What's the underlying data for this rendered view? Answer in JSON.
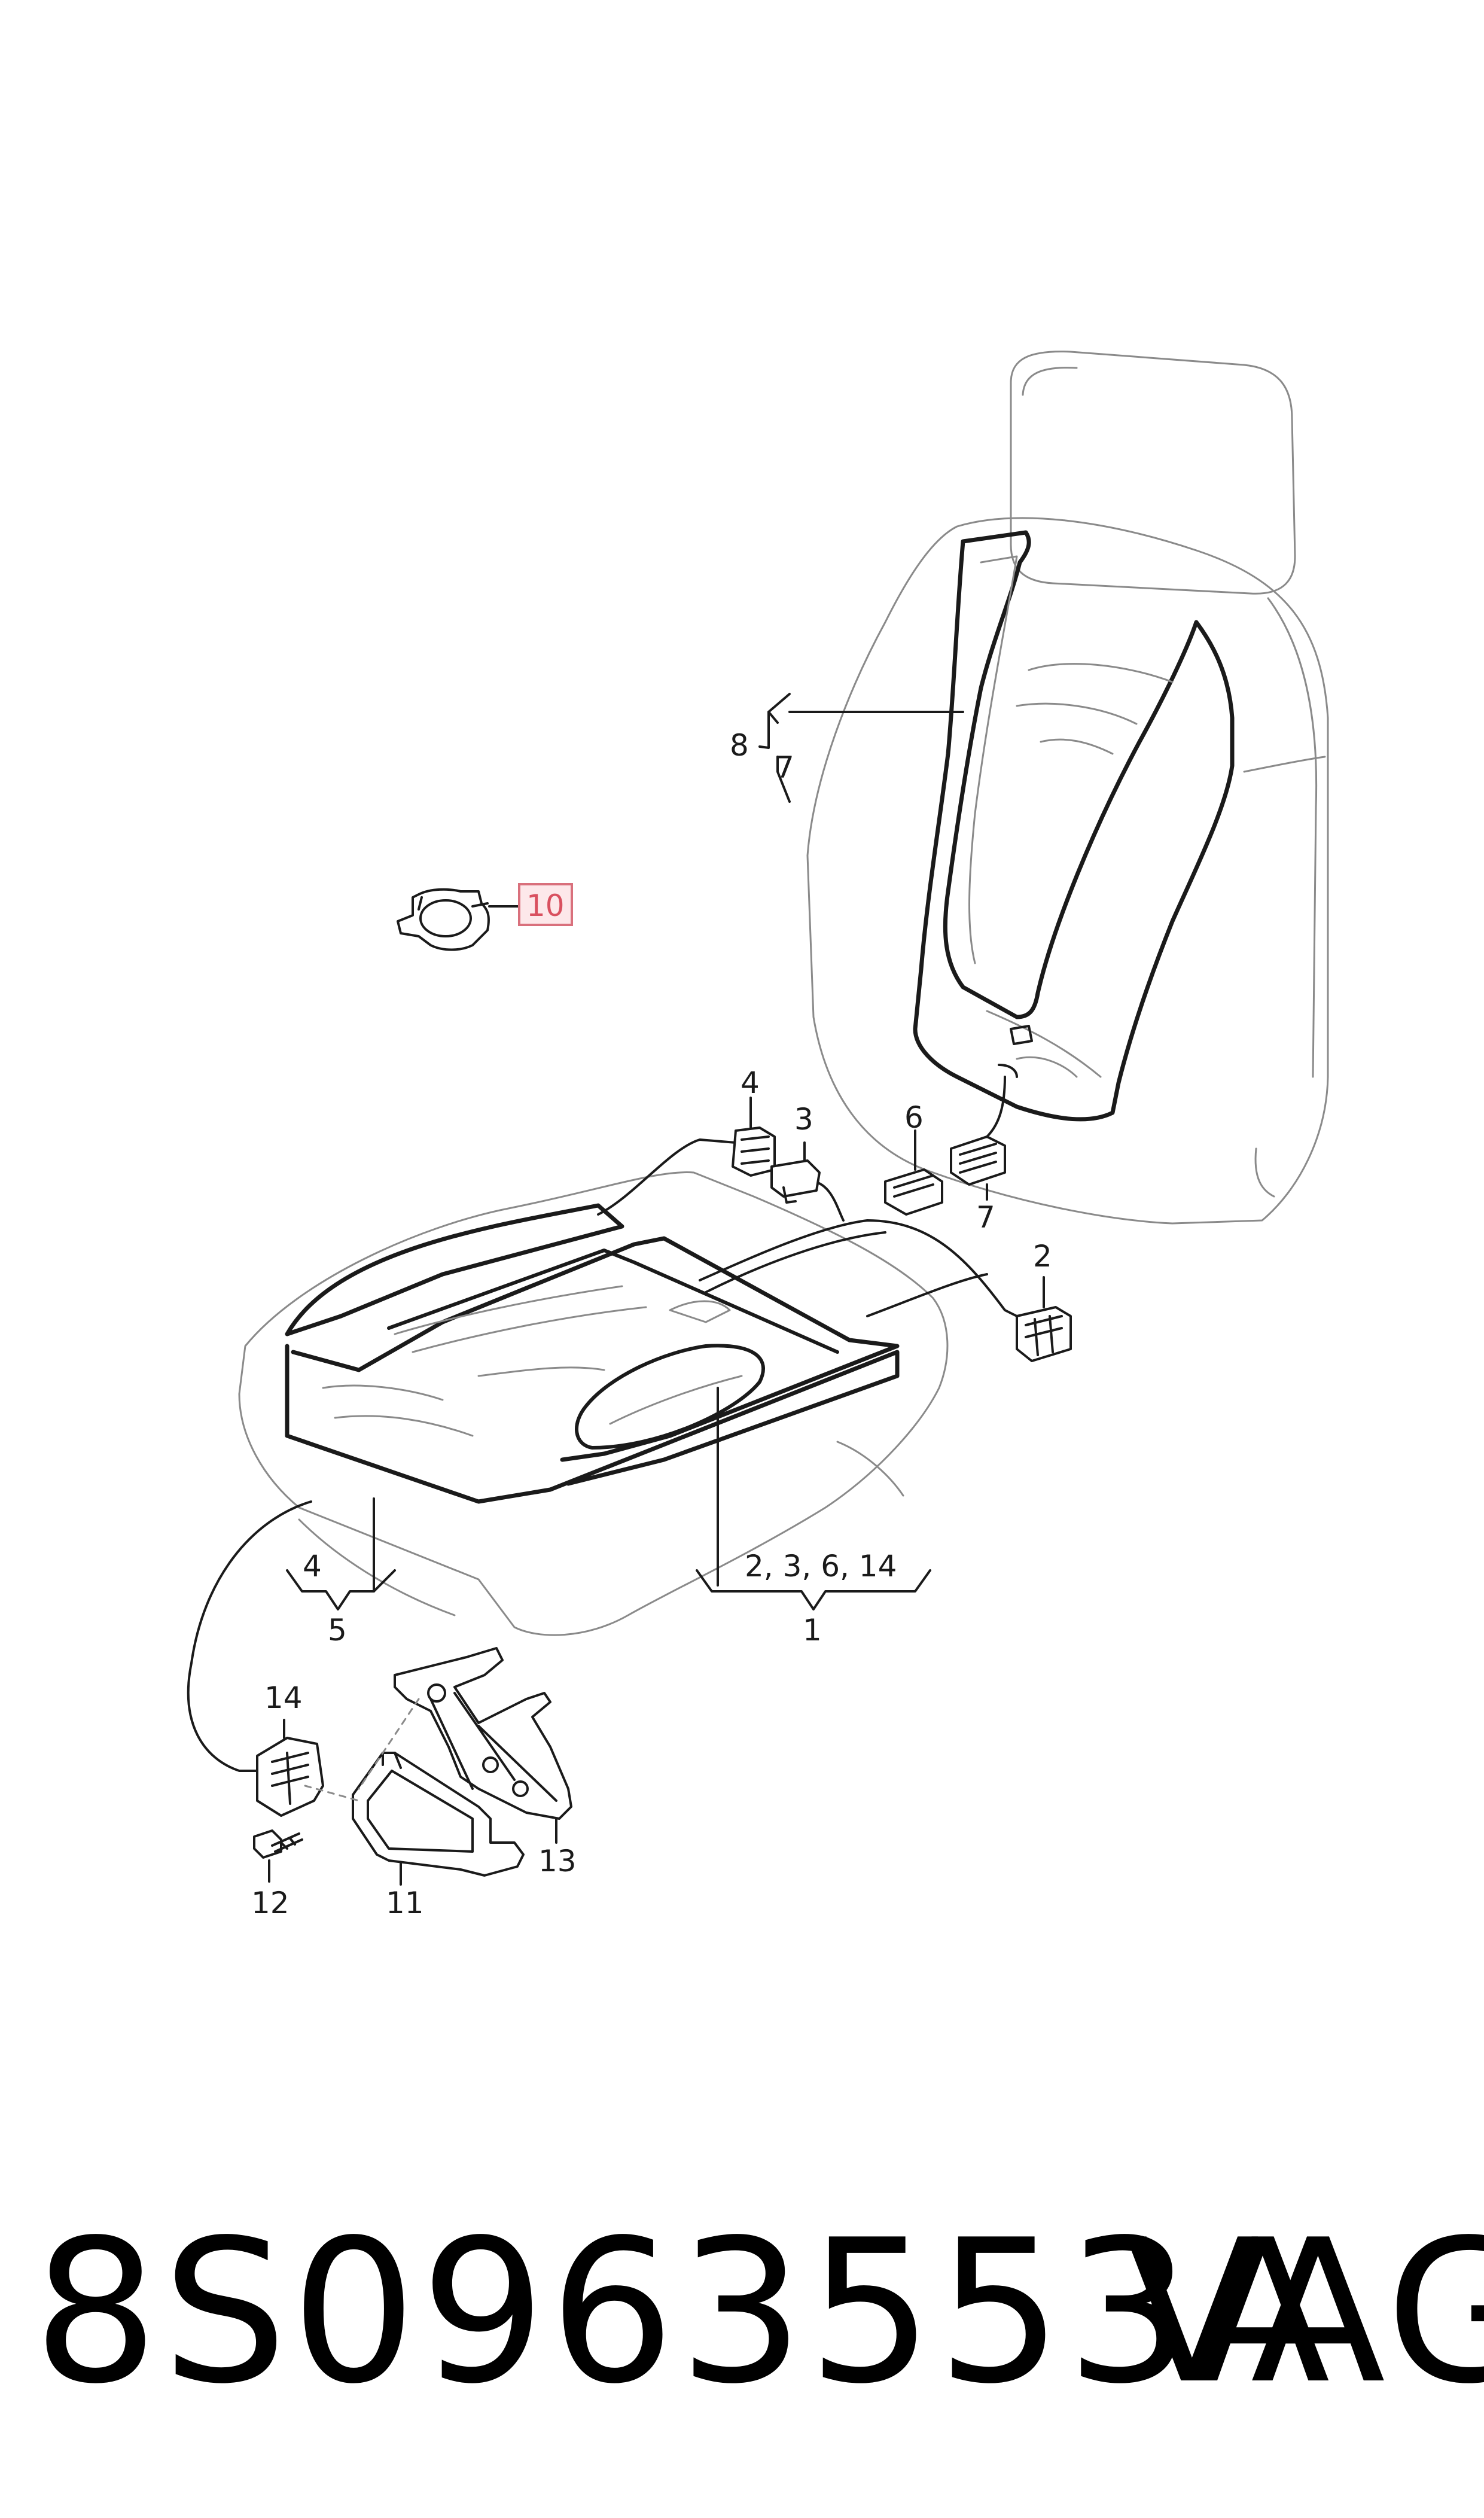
{
  "callouts": {
    "c1": "1",
    "c2": "2",
    "c3": "3",
    "c4_top": "4",
    "c4_low": "4",
    "c5": "5",
    "c6": "6",
    "c7_bracket": "7",
    "c7_conn": "7",
    "c8": "8",
    "c10": "10",
    "c11": "11",
    "c12": "12",
    "c13": "13",
    "c14": "14",
    "c1_group": "2, 3, 6, 14"
  },
  "highlight_color": "#d9707c",
  "footer": {
    "part_number": "8S0963553A",
    "brand": "VAG"
  }
}
